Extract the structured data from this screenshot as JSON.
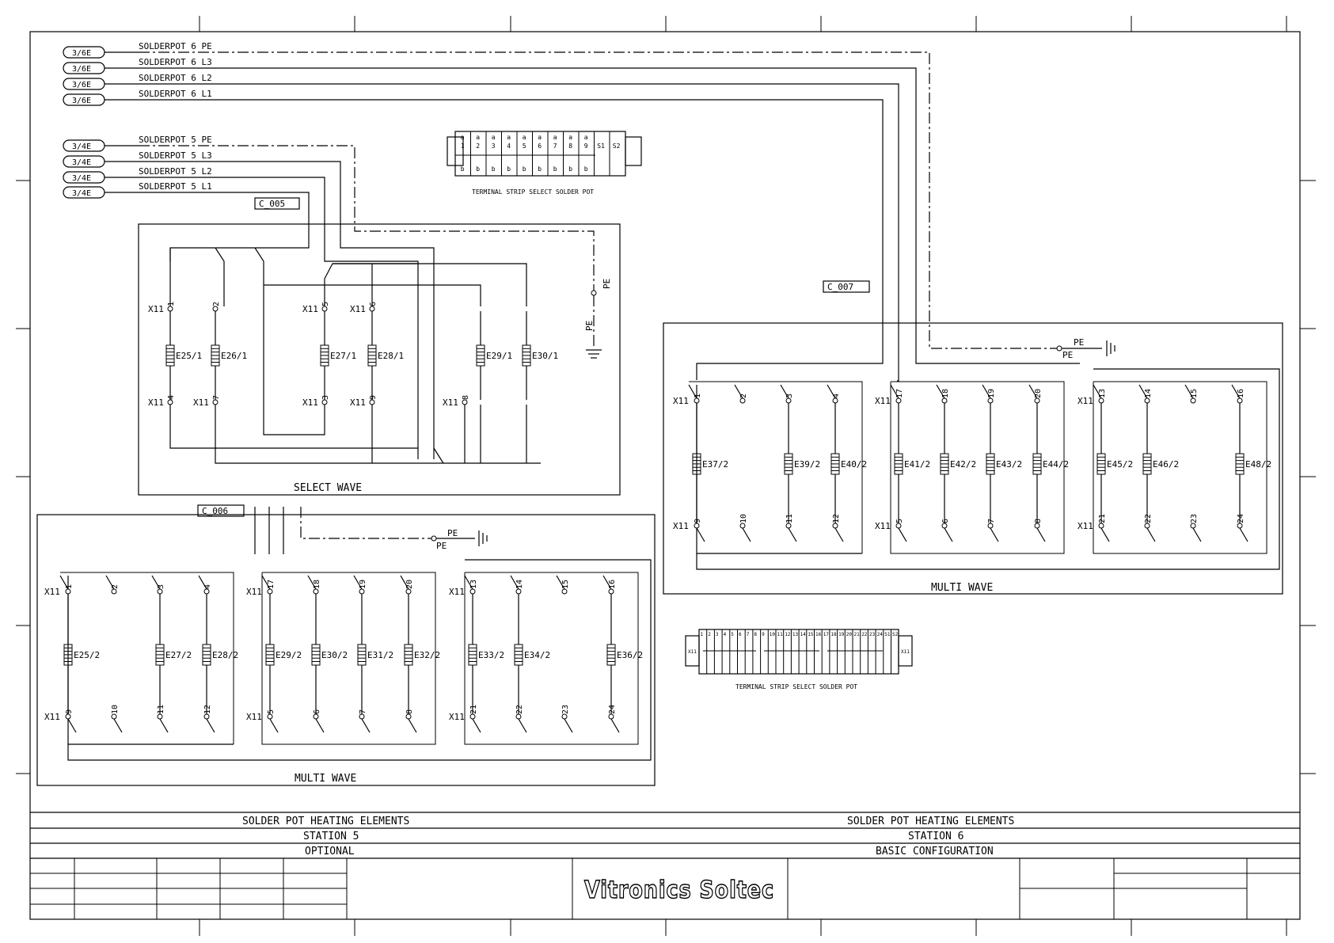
{
  "feeds": {
    "pot6": [
      {
        "ref": "3/6E",
        "label": "SOLDERPOT 6 PE"
      },
      {
        "ref": "3/6E",
        "label": "SOLDERPOT 6 L3"
      },
      {
        "ref": "3/6E",
        "label": "SOLDERPOT 6 L2"
      },
      {
        "ref": "3/6E",
        "label": "SOLDERPOT 6 L1"
      }
    ],
    "pot5": [
      {
        "ref": "3/4E",
        "label": "SOLDERPOT 5 PE"
      },
      {
        "ref": "3/4E",
        "label": "SOLDERPOT 5 L3"
      },
      {
        "ref": "3/4E",
        "label": "SOLDERPOT 5 L2"
      },
      {
        "ref": "3/4E",
        "label": "SOLDERPOT 5 L1"
      }
    ]
  },
  "cables": {
    "c005": "C_005",
    "c006": "C_006",
    "c007": "C_007"
  },
  "terminal": "X11",
  "pe": "PE",
  "terminal_strip_label": "TERMINAL STRIP SELECT SOLDER POT",
  "strip1": {
    "top": [
      "a",
      "a",
      "a",
      "a",
      "a",
      "a",
      "a",
      "a",
      "a"
    ],
    "nums": [
      "1",
      "2",
      "3",
      "4",
      "5",
      "6",
      "7",
      "8",
      "9"
    ],
    "bottom": [
      "b",
      "b",
      "b",
      "b",
      "b",
      "b",
      "b",
      "b",
      "b"
    ],
    "extra": [
      "S1",
      "S2"
    ]
  },
  "strip2": {
    "nums": [
      "1",
      "2",
      "3",
      "4",
      "5",
      "6",
      "7",
      "8",
      "9",
      "10",
      "11",
      "12",
      "13",
      "14",
      "15",
      "16",
      "17",
      "18",
      "19",
      "20",
      "21",
      "22",
      "23",
      "24",
      "S1",
      "S2"
    ],
    "end_label": "X11"
  },
  "select_wave": {
    "title": "SELECT WAVE",
    "elements": [
      "E25/1",
      "E26/1",
      "E27/1",
      "E28/1",
      "E29/1",
      "E30/1"
    ],
    "top_terms": [
      "1",
      "2",
      "5",
      "6"
    ],
    "bottom_terms": [
      "4",
      "7",
      "3",
      "9",
      "8"
    ]
  },
  "multi_wave_5": {
    "title": "MULTI WAVE",
    "elements": [
      "E25/2",
      "E27/2",
      "E28/2",
      "E29/2",
      "E30/2",
      "E31/2",
      "E32/2",
      "E33/2",
      "E34/2",
      "E36/2"
    ],
    "top_terms": [
      "1",
      "2",
      "3",
      "4",
      "17",
      "18",
      "19",
      "20",
      "13",
      "14",
      "15",
      "16"
    ],
    "bottom_terms": [
      "9",
      "10",
      "11",
      "12",
      "5",
      "6",
      "7",
      "8",
      "21",
      "22",
      "23",
      "24"
    ]
  },
  "multi_wave_6": {
    "title": "MULTI WAVE",
    "elements": [
      "E37/2",
      "E39/2",
      "E40/2",
      "E41/2",
      "E42/2",
      "E43/2",
      "E44/2",
      "E45/2",
      "E46/2",
      "E48/2"
    ],
    "top_terms": [
      "1",
      "2",
      "3",
      "4",
      "17",
      "18",
      "19",
      "20",
      "13",
      "14",
      "15",
      "16"
    ],
    "bottom_terms": [
      "9",
      "10",
      "11",
      "12",
      "5",
      "6",
      "7",
      "8",
      "21",
      "22",
      "23",
      "24"
    ]
  },
  "title_block": {
    "left": [
      "SOLDER POT HEATING ELEMENTS",
      "STATION 5",
      "OPTIONAL"
    ],
    "right": [
      "SOLDER POT HEATING ELEMENTS",
      "STATION 6",
      "BASIC CONFIGURATION"
    ],
    "logo": "Vitronics Soltec"
  }
}
